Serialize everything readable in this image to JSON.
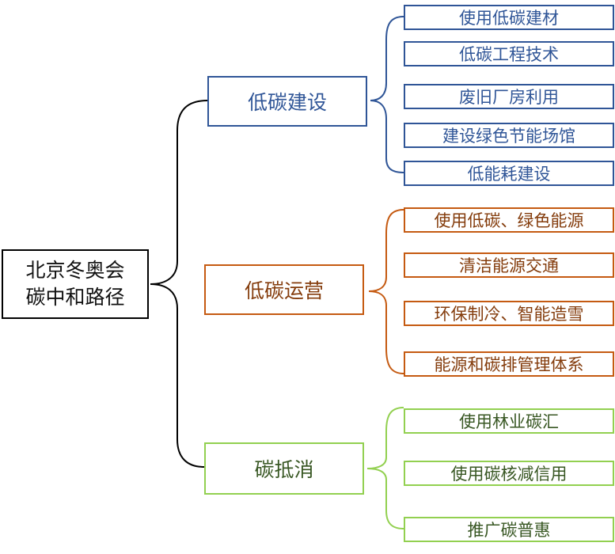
{
  "diagram": {
    "type": "mind-map",
    "root": {
      "label_line1": "北京冬奥会",
      "label_line2": "碳中和路径"
    },
    "branches": [
      {
        "label": "低碳建设",
        "color": "#2f5597",
        "children": [
          "使用低碳建材",
          "低碳工程技术",
          "废旧厂房利用",
          "建设绿色节能场馆",
          "低能耗建设"
        ]
      },
      {
        "label": "低碳运营",
        "color": "#c55a11",
        "children": [
          "使用低碳、绿色能源",
          "清洁能源交通",
          "环保制冷、智能造雪",
          "能源和碳排管理体系"
        ]
      },
      {
        "label": "碳抵消",
        "color": "#92d050",
        "children": [
          "使用林业碳汇",
          "使用碳核减信用",
          "推广碳普惠"
        ]
      }
    ]
  }
}
